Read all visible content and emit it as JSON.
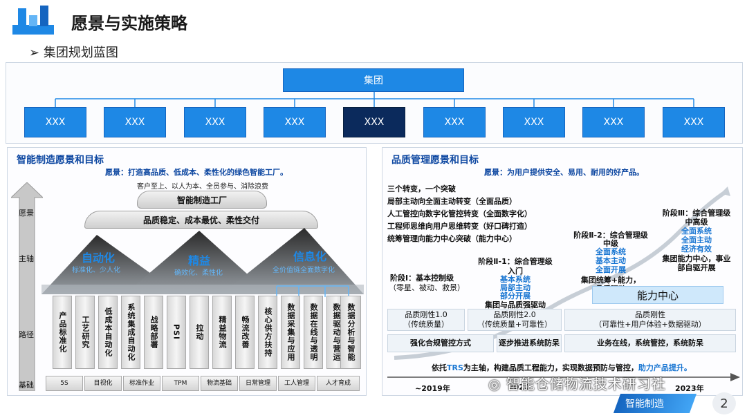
{
  "header": {
    "title": "愿景与实施策略",
    "subtitle": "集团规划蓝图",
    "bullet": "➢"
  },
  "org": {
    "root": "集团",
    "children": [
      "XXX",
      "XXX",
      "XXX",
      "XXX",
      "XXX",
      "XXX",
      "XXX",
      "XXX",
      "XXX"
    ]
  },
  "left": {
    "heading": "智能制造愿景和目标",
    "vision": "愿景：打造高品质、低成本、柔性化的绿色智能工厂。",
    "motto": "客户至上、以人为本、全员参与、消除浪费",
    "row_labels": [
      "愿景",
      "主轴",
      "路径",
      "基础"
    ],
    "top_pill": "智能制造工厂",
    "mid_pill": "品质稳定、成本最优、柔性交付",
    "peaks": [
      {
        "title": "自动化",
        "sub": "标准化、少人化"
      },
      {
        "title": "精益",
        "sub": "确效化、柔性化"
      },
      {
        "title": "信息化",
        "sub": "全价值链全面数字化"
      }
    ],
    "columns": [
      "产品标准化",
      "工艺研究",
      "低成本自动化",
      "系统集成自动化",
      "战略部署",
      "PSI",
      "拉动",
      "精益物流",
      "畅流改善",
      "核心供方扶持",
      "数据采集与应用",
      "数据在线与透明",
      "数据驱动与营运",
      "数据分析与智能"
    ],
    "base": [
      "5S",
      "目视化",
      "标准作业",
      "TPM",
      "物流基础",
      "日常管理",
      "工人管理",
      "人才育成"
    ]
  },
  "right": {
    "heading": "品质管理愿景和目标",
    "vision": "愿景：为用户提供安全、易用、耐用的好产品。",
    "shifts": [
      "三个转变，一个突破",
      "局部主动向全面主动转变（全面品质）",
      "人工管控向数字化管控转变（全面数字化）",
      "工程师思维向用户思维转变（好口碑打造）",
      "统筹管理向能力中心突破（能力中心）"
    ],
    "stage1": {
      "title": "阶段Ⅰ：基本控制级",
      "desc": "（零星、被动、救景）"
    },
    "stage21": {
      "title": "阶段Ⅱ-1：综合管理级",
      "level": "入门",
      "items": [
        "基本系统",
        "局部主动",
        "部分开展"
      ],
      "note": "集团与品质强驱动"
    },
    "stage22": {
      "title": "阶段Ⅱ-2：综合管理级",
      "level": "中级",
      "items": [
        "全面系统",
        "基本主动",
        "全面开展"
      ],
      "note": "集团统筹+能力，",
      "note2": "品质驱动"
    },
    "stage3": {
      "title": "阶段Ⅲ：综合管理级",
      "level": "中高级",
      "items": [
        "全面系统",
        "全面主动",
        "经济有效"
      ],
      "note": "集团能力中心，事业",
      "note2": "部自驱开展"
    },
    "center": "能力中心",
    "rigidity": [
      "品质刚性1.0",
      "（传统质量）",
      "品质刚性2.0",
      "（传统质量+可靠性）",
      "品质刚性",
      "（可靠性+用户体验+数据驱动）"
    ],
    "actions": [
      "强化合规管控方式",
      "逐步推进系统防呆",
      "业务在线，系统管控，系统防呆"
    ],
    "summary_prefix": "依托",
    "summary_trs": "TRS",
    "summary_mid": "为主轴，构建品质工程能力，实现数据预防与管控，",
    "summary_end": "助力产品提升。",
    "timeline": [
      "~2019年",
      "2020",
      "2023年"
    ]
  },
  "footer": {
    "watermark": "智能仓储物流技术研习社",
    "brand": "智能制造",
    "page": "2"
  },
  "colors": {
    "primary": "#1e88e5",
    "dark": "#0b2a5c",
    "accent": "#0d47a1"
  }
}
